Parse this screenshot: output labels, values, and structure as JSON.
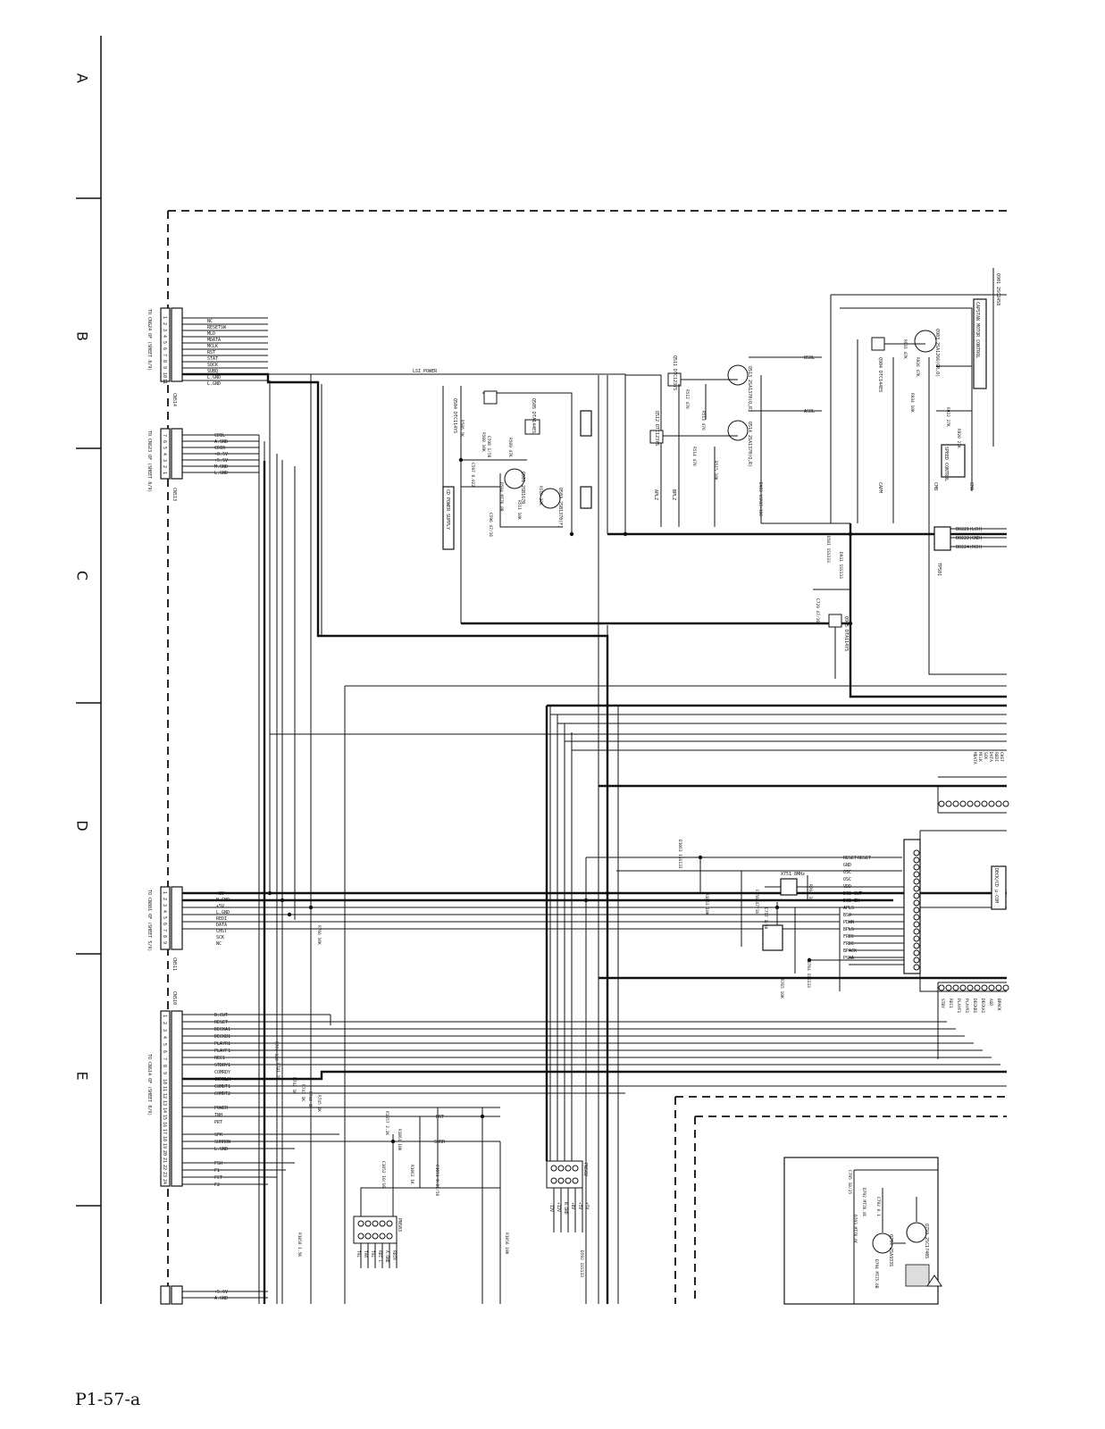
{
  "page_number": "P1-57-a",
  "row_labels": [
    "A",
    "B",
    "C",
    "D",
    "E"
  ],
  "connectors": {
    "cn514": {
      "designator": "CN514",
      "target": "TO CN624 OF (SHEET 8/9)",
      "pins": [
        "1",
        "2",
        "3",
        "4",
        "5",
        "6",
        "7",
        "8",
        "9",
        "10",
        "11"
      ],
      "signals": [
        "NC",
        "RESETSW",
        "MLD",
        "MDATA",
        "MCLK",
        "RST",
        "STAT",
        "SQCK",
        "SUBQ",
        "L.GND",
        "L.GND"
      ]
    },
    "cn513": {
      "designator": "CN513",
      "target": "TO CN623 OF (SHEET 8/9)",
      "pins": [
        "7",
        "6",
        "5",
        "4",
        "3",
        "2",
        "1"
      ],
      "signals": [
        "CDIL",
        "A.GND",
        "CDIR",
        "+8.5V",
        "+5.5V",
        "M.GND",
        "L.GND"
      ]
    },
    "cn511": {
      "designator": "CN511",
      "target": "TO CN801 OF (SHEET 5/9)",
      "pins": [
        "1",
        "2",
        "3",
        "4",
        "5",
        "6",
        "7",
        "8",
        "9"
      ],
      "signals": [
        "+8V",
        "N.GND",
        "+5V",
        "L.GND",
        "REDI",
        "DATA",
        "CHST",
        "SCK",
        "NC"
      ]
    },
    "cn510": {
      "designator": "CN510",
      "target": "TO CN614 OF (SHEET 8/9)",
      "pins": [
        "1",
        "2",
        "3",
        "4",
        "5",
        "6",
        "7",
        "8",
        "9",
        "10",
        "11",
        "12",
        "13",
        "14",
        "15",
        "16",
        "17",
        "18",
        "19",
        "20",
        "21",
        "22",
        "23",
        "24"
      ],
      "signals": [
        "B.CUT",
        "RESET",
        "DECKA1",
        "DECKB1",
        "PLAYR1",
        "PLAYF1",
        "REC1",
        "STDBY1",
        "COMRDY",
        "COMCLK",
        "COMDT1",
        "COMDT2",
        "POWER",
        "INH",
        "PRT",
        "SPK",
        "SURRON",
        "L.GND",
        "FSH",
        "F1",
        "FCT",
        "F2"
      ]
    },
    "cn509": {
      "designator": "CN509",
      "signals": [
        "+5.6V",
        "A.GND"
      ]
    }
  },
  "net_labels": {
    "lsi_power": "LSI POWER",
    "bsol": "BSOL",
    "asol": "ASOL",
    "aplz": "APLZ",
    "bplz": "BPLZ",
    "capm": "CAPM",
    "cmb": "CMB",
    "cma": "CMA",
    "reset": "RESET",
    "prt": "PRT",
    "surr": "SURR"
  },
  "boxes": {
    "cd_power_supply": "CD POWER SUPPLY",
    "capstan_motor_control": "CAPSTAN MOTOR CONTROL",
    "speed_control": "SPEED CONTROL",
    "deck_cd_ucom": "DECK/CD μ-COM",
    "cd_lsi_power": "LSI POWER"
  },
  "components": {
    "q504": "Q504 DTC114YS",
    "q505": "Q505 DTA144ES",
    "q501": "Q501 2SB1670",
    "q503": "Q503 2SB1370(F)",
    "q511": "Q511 DTC123YS",
    "q512": "Q512 DTC123YS",
    "q513": "Q513 2SA1370(Q,R)",
    "q514": "Q514 2SA1370(Q,R)",
    "q901": "Q901 2SC2458",
    "q903": "Q903 2SA1266(GR,O)",
    "q904": "Q904 DTC144ES",
    "q905": "Q905 DTA114YS",
    "q793": "Q793 2SC1740S",
    "q794": "Q794 2SA933S",
    "x751": "X751 8MHz",
    "ic_pins_right": [
      "RESET",
      "GND",
      "OSC",
      "OSC",
      "VDD",
      "DCS OUT",
      "DCS IN",
      "APLS",
      "BSO",
      "PDWN",
      "BPLS",
      "FREC",
      "FREC",
      "BPACK",
      "PSWA"
    ],
    "ic_pins_top": [
      "MDATA",
      "MCLK",
      "SCK",
      "DATA",
      "REDI",
      "CHST"
    ],
    "ic_pins_bottom": [
      "STBY",
      "REC1",
      "PLAYF1",
      "PLAYR1",
      "DECKB1",
      "DECKA1",
      "ASD",
      "BPACK"
    ],
    "resistors": [
      "R774 120",
      "R741 1K",
      "R742 1K",
      "R743 1K",
      "R744 1K",
      "R745 1K",
      "R1061 10K",
      "R1062 1K",
      "R1057 2.2K",
      "R1063 10K",
      "R764 1M",
      "R765 10K",
      "R766 10K",
      "R506 1K",
      "R508 10K",
      "R509 47K",
      "R510 22K",
      "R511 10K",
      "R512 470",
      "R513 470",
      "R514 470",
      "R515 10K",
      "R922 27K",
      "R920 27K",
      "R931 47K",
      "R934 10K",
      "R926 47K",
      "R1056 10K",
      "R1058 1.5K"
    ],
    "capacitors": [
      "C596 47/16",
      "C597 0.022",
      "C598 1/50",
      "C756 47/16",
      "C757 1/50",
      "C1051 0.22/50",
      "C1052 10/16",
      "C729 47/16",
      "C792 0.1",
      "C795 10/25"
    ],
    "diodes": [
      "D501 1SS133",
      "D1063 1SS133",
      "D504 MTZ6.8B",
      "D764 1SS133",
      "D902 1SR35-100",
      "D931 1SS133",
      "D592 1SS133",
      "D792 MTZ6.8C",
      "D793 MTZ6.8C",
      "D794 MTZ5.6B"
    ],
    "jacks": {
      "pn502": "PN502",
      "pn503": "PN503",
      "tp501": "TP501"
    },
    "pn502_labels": [
      "-12V",
      "+12V",
      "N.GND",
      "+8V",
      "+5V",
      "+5V"
    ],
    "pn503_labels": [
      "TAL",
      "TAR",
      "TAL",
      "REC L",
      "A.GND",
      "RECR"
    ],
    "tp_labels": [
      "B0221(LCH)",
      "B0222(GND)",
      "B0224(RCH)"
    ]
  }
}
